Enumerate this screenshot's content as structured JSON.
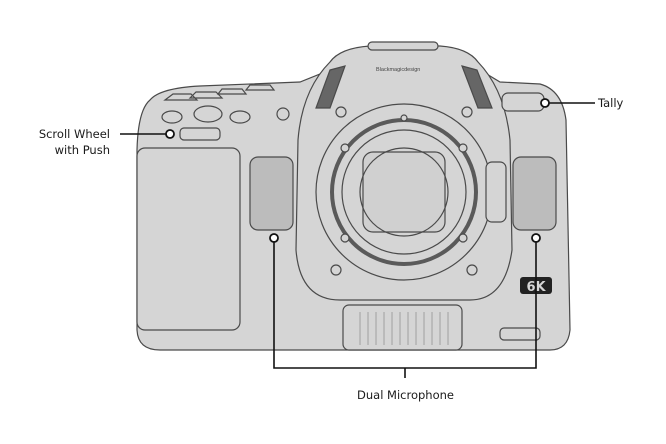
{
  "labels": {
    "scroll_wheel_line1": "Scroll Wheel",
    "scroll_wheel_line2": "with Push",
    "tally": "Tally",
    "dual_microphone": "Dual Microphone"
  },
  "camera": {
    "brand_text": "Blackmagicdesign",
    "model_badge": "6K"
  },
  "colors": {
    "body_fill": "#d5d5d5",
    "outline": "#4a4a4a",
    "callout": "#111111"
  }
}
